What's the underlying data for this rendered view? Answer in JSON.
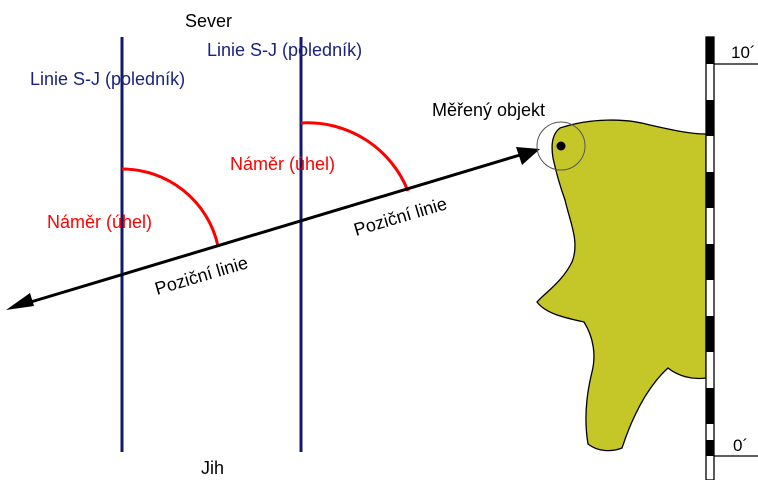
{
  "labels": {
    "north": "Sever",
    "south": "Jih",
    "meridian_left": "Linie S-J (poledník)",
    "meridian_right": "Linie S-J (poledník)",
    "bearing_left": "Náměr (úhel)",
    "bearing_right": "Náměr (úhel)",
    "position_line_left": "Poziční linie",
    "position_line_right": "Poziční linie",
    "measured_object": "Měřený objekt",
    "scale_top": "10´",
    "scale_bottom": "0´"
  },
  "colors": {
    "meridian": "#14196e",
    "arc": "#ff0000",
    "label_blue": "#1a237e",
    "label_red": "#ff0000",
    "land": "#c5c729",
    "line": "#000000"
  },
  "icons": {
    "arrow_left": "arrowhead",
    "arrow_right": "arrowhead",
    "target": "crosshair-circle"
  }
}
